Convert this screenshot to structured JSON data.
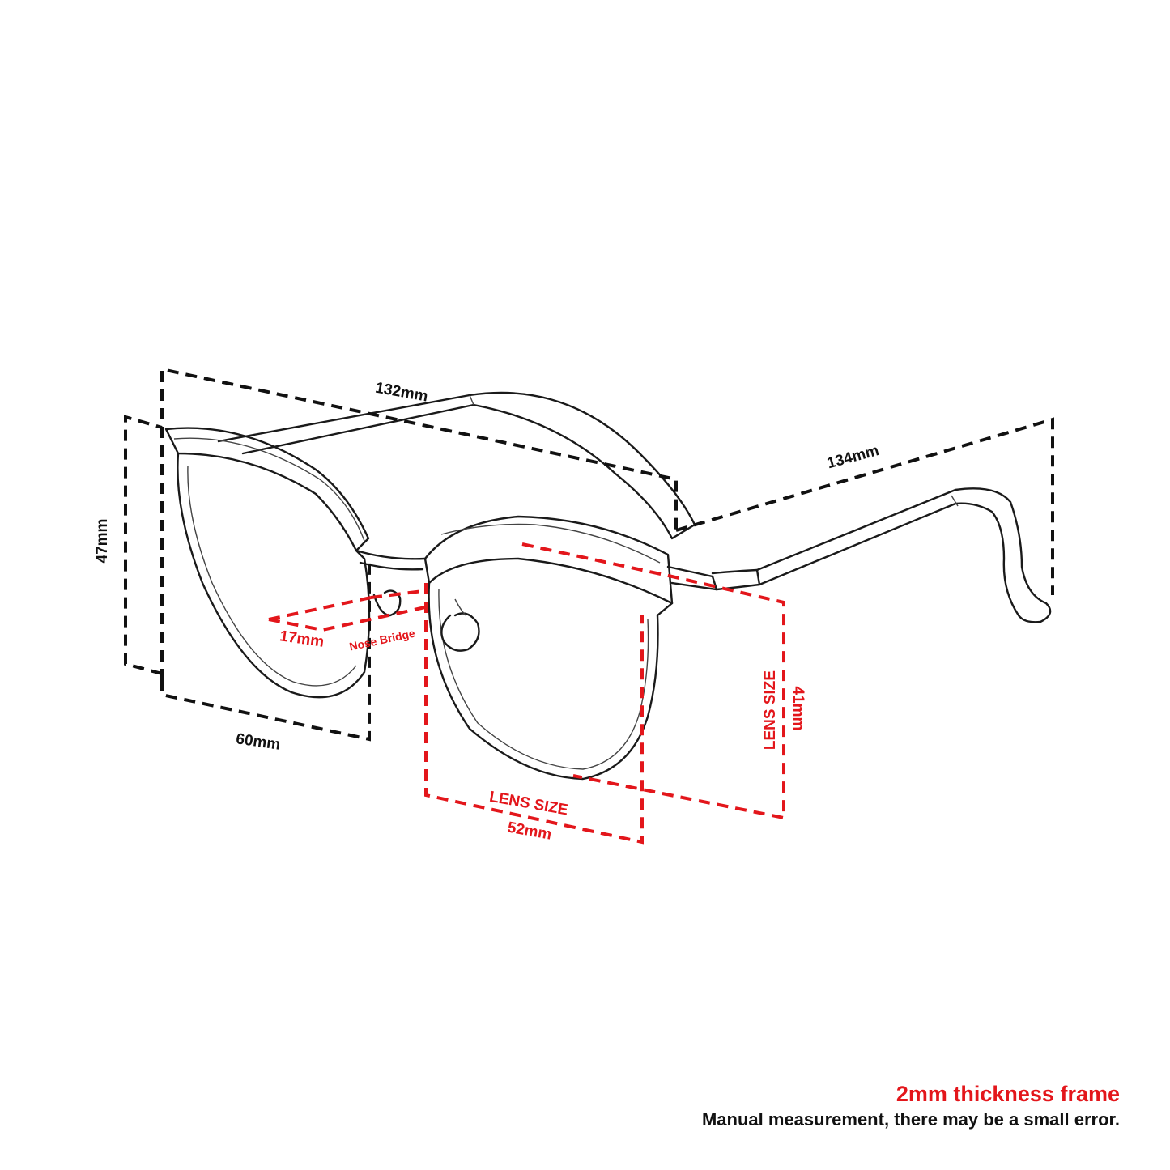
{
  "colors": {
    "ink": "#111111",
    "accent": "#e3161b",
    "background": "#ffffff"
  },
  "dimensions": {
    "total_width": "132mm",
    "temple_length": "134mm",
    "frame_height": "47mm",
    "frame_width": "60mm",
    "bridge": "17mm",
    "bridge_label": "Nose Bridge",
    "lens_height_label": "LENS SIZE",
    "lens_height": "41mm",
    "lens_width_label": "LENS SIZE",
    "lens_width": "52mm"
  },
  "footer": {
    "title": "2mm thickness frame",
    "note": "Manual measurement, there may be a small error."
  }
}
